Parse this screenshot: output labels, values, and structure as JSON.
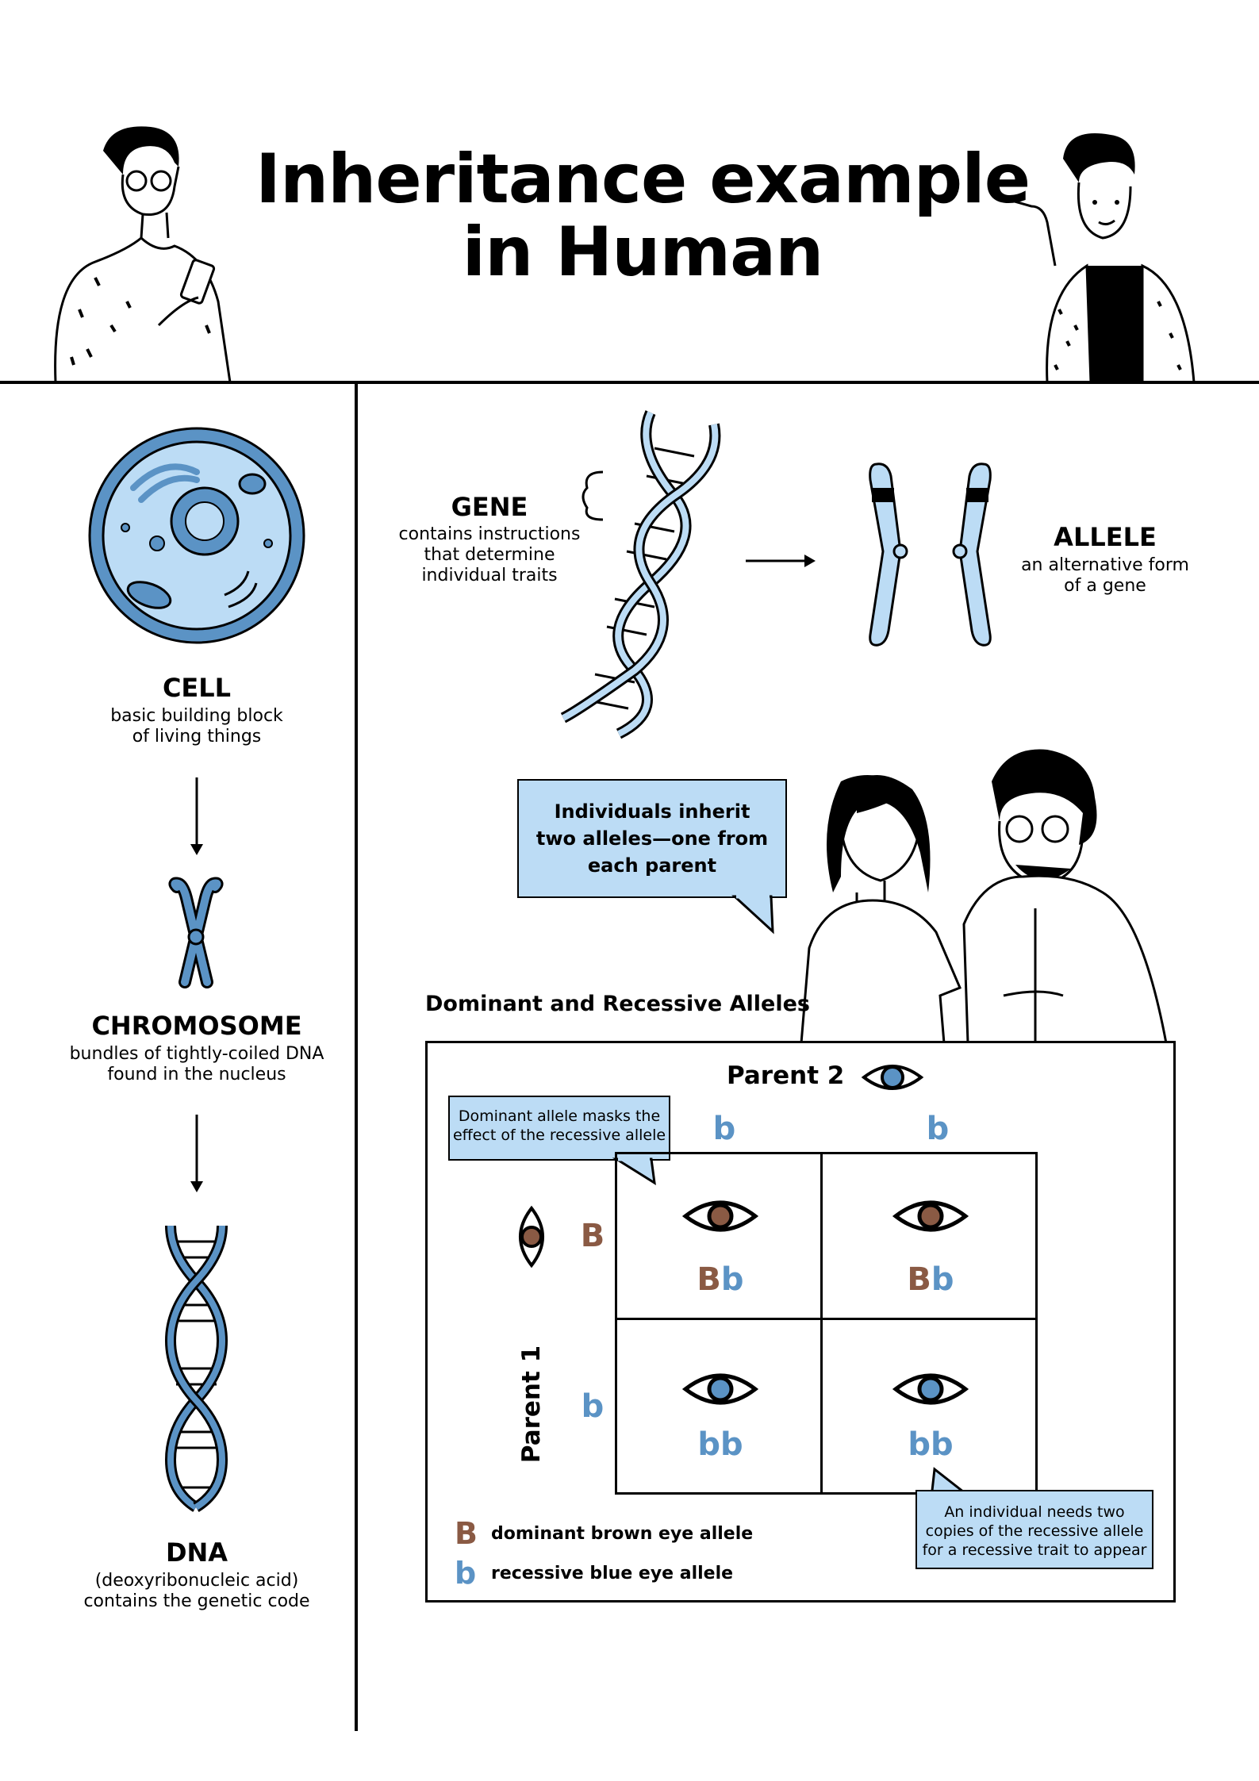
{
  "title": "Inheritance example in  Human",
  "colors": {
    "light_blue": "#bcdcf5",
    "mid_blue": "#5b93c5",
    "brown": "#8a5a44",
    "black": "#000000"
  },
  "cell": {
    "label": "CELL",
    "desc_line1": "basic building block",
    "desc_line2": "of living things"
  },
  "chromosome": {
    "label": "CHROMOSOME",
    "desc_line1": "bundles of tightly-coiled DNA",
    "desc_line2": "found in the nucleus"
  },
  "dna": {
    "label": "DNA",
    "desc_line1": "(deoxyribonucleic acid)",
    "desc_line2": "contains the genetic code"
  },
  "gene": {
    "label": "GENE",
    "desc_line1": "contains instructions",
    "desc_line2": "that determine",
    "desc_line3": "individual traits"
  },
  "allele": {
    "label": "ALLELE",
    "desc_line1": "an alternative form",
    "desc_line2": "of a gene"
  },
  "inherit_bubble": {
    "line1": "Individuals inherit",
    "line2": "two alleles—one from",
    "line3": "each parent"
  },
  "punnett": {
    "heading": "Dominant and Recessive Alleles",
    "parent2_label": "Parent 2",
    "parent1_label": "Parent 1",
    "parent2_alleles": [
      "b",
      "b"
    ],
    "parent1_alleles": [
      "B",
      "b"
    ],
    "cells": [
      {
        "dominant": "B",
        "recessive": "b",
        "eye": "brown"
      },
      {
        "dominant": "B",
        "recessive": "b",
        "eye": "brown"
      },
      {
        "dominant": "",
        "recessive": "bb",
        "eye": "blue"
      },
      {
        "dominant": "",
        "recessive": "bb",
        "eye": "blue"
      }
    ],
    "dominant_note_line1": "Dominant allele masks the",
    "dominant_note_line2": "effect of the recessive allele",
    "recessive_note_line1": "An individual needs two",
    "recessive_note_line2": "copies of the recessive allele",
    "recessive_note_line3": "for a recessive trait to appear",
    "legend": [
      {
        "symbol": "B",
        "text": "dominant brown eye allele"
      },
      {
        "symbol": "b",
        "text": "recessive blue eye allele"
      }
    ]
  }
}
